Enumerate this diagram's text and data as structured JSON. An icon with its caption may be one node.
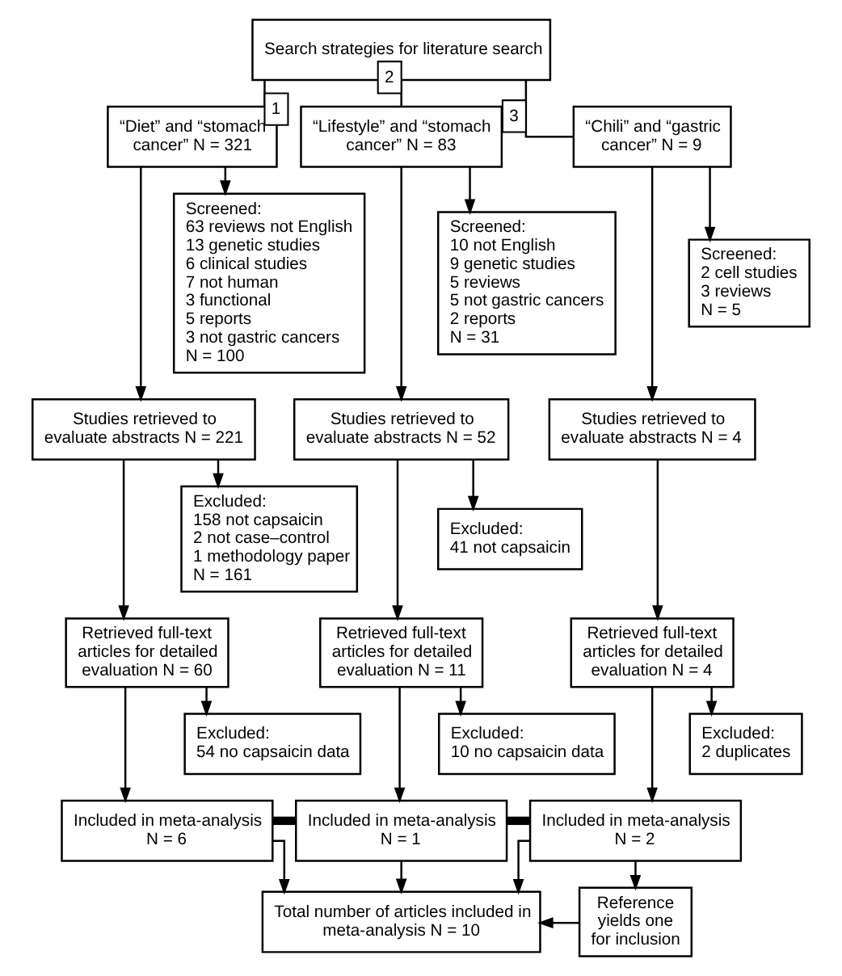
{
  "diagram": {
    "nodes": [
      {
        "text": [
          "Search strategies for literature search"
        ]
      },
      {
        "text": [
          "“Diet” and “stomach cancer” N = 321"
        ]
      },
      {
        "text": [
          "“Lifestyle” and “stomach cancer” N = 83"
        ]
      },
      {
        "text": [
          "“Chili” and “gastric cancer” N = 9"
        ]
      },
      {
        "text": [
          "Screened:",
          "63 reviews not English",
          "13 genetic studies",
          "6 clinical studies",
          "7 not human",
          "3 functional",
          "5 reports",
          "3 not gastric cancers",
          "N = 100"
        ]
      },
      {
        "text": [
          "Screened:",
          "10 not English",
          "9 genetic studies",
          "5 reviews",
          "5 not gastric cancers",
          "2 reports",
          "N = 31"
        ]
      },
      {
        "text": [
          "Screened:",
          "2 cell studies",
          "3 reviews",
          "N = 5"
        ]
      },
      {
        "text": [
          "Studies retrieved to evaluate abstracts N = 221"
        ]
      },
      {
        "text": [
          "Studies retrieved to evaluate abstracts N = 52"
        ]
      },
      {
        "text": [
          "Studies retrieved to evaluate abstracts N = 4"
        ]
      },
      {
        "text": [
          "Excluded:",
          "158 not capsaicin",
          "2 not case–control",
          "1 methodology paper",
          "N = 161"
        ]
      },
      {
        "text": [
          "Excluded:",
          "41 not capsaicin"
        ]
      },
      {
        "text": [
          "Retrieved full-text articles for detailed evaluation N = 60"
        ]
      },
      {
        "text": [
          "Retrieved full-text articles for detailed evaluation N = 11"
        ]
      },
      {
        "text": [
          "Retrieved full-text articles for detailed evaluation N = 4"
        ]
      },
      {
        "text": [
          "Excluded:",
          "54 no capsaicin data"
        ]
      },
      {
        "text": [
          "Excluded:",
          "10 no capsaicin data"
        ]
      },
      {
        "text": [
          "Excluded:",
          "2 duplicates"
        ]
      },
      {
        "text": [
          "Included in meta-analysis N = 6"
        ]
      },
      {
        "text": [
          "Included in meta-analysis N = 1"
        ]
      },
      {
        "text": [
          "Included in meta-analysis N = 2"
        ]
      },
      {
        "text": [
          "Total number of articles included in meta-analysis N = 10"
        ]
      },
      {
        "text": [
          "Reference yields one for inclusion"
        ]
      }
    ],
    "edges": [
      {
        "from": 0,
        "to": 1,
        "arrow": "none",
        "label": "1"
      },
      {
        "from": 0,
        "to": 2,
        "arrow": "none",
        "label": "2"
      },
      {
        "from": 0,
        "to": 3,
        "arrow": "none",
        "label": "3"
      },
      {
        "from": 1,
        "to": 7,
        "arrow": "to"
      },
      {
        "from": 1,
        "to": 4,
        "arrow": "to"
      },
      {
        "from": 2,
        "to": 8,
        "arrow": "to"
      },
      {
        "from": 2,
        "to": 5,
        "arrow": "to"
      },
      {
        "from": 3,
        "to": 9,
        "arrow": "to"
      },
      {
        "from": 3,
        "to": 6,
        "arrow": "to"
      },
      {
        "from": 7,
        "to": 12,
        "arrow": "to"
      },
      {
        "from": 7,
        "to": 10,
        "arrow": "to"
      },
      {
        "from": 8,
        "to": 13,
        "arrow": "to"
      },
      {
        "from": 8,
        "to": 11,
        "arrow": "to"
      },
      {
        "from": 9,
        "to": 14,
        "arrow": "to"
      },
      {
        "from": 12,
        "to": 18,
        "arrow": "to"
      },
      {
        "from": 12,
        "to": 15,
        "arrow": "to"
      },
      {
        "from": 13,
        "to": 19,
        "arrow": "to"
      },
      {
        "from": 13,
        "to": 16,
        "arrow": "to"
      },
      {
        "from": 14,
        "to": 20,
        "arrow": "to"
      },
      {
        "from": 14,
        "to": 17,
        "arrow": "to"
      },
      {
        "from": 18,
        "to": 19,
        "arrow": "none",
        "style": "thick"
      },
      {
        "from": 19,
        "to": 20,
        "arrow": "none",
        "style": "thick"
      },
      {
        "from": 18,
        "to": 21,
        "arrow": "to"
      },
      {
        "from": 19,
        "to": 21,
        "arrow": "to"
      },
      {
        "from": 20,
        "to": 21,
        "arrow": "to"
      },
      {
        "from": 20,
        "to": 22,
        "arrow": "to"
      },
      {
        "from": 22,
        "to": 21,
        "arrow": "to"
      }
    ]
  }
}
